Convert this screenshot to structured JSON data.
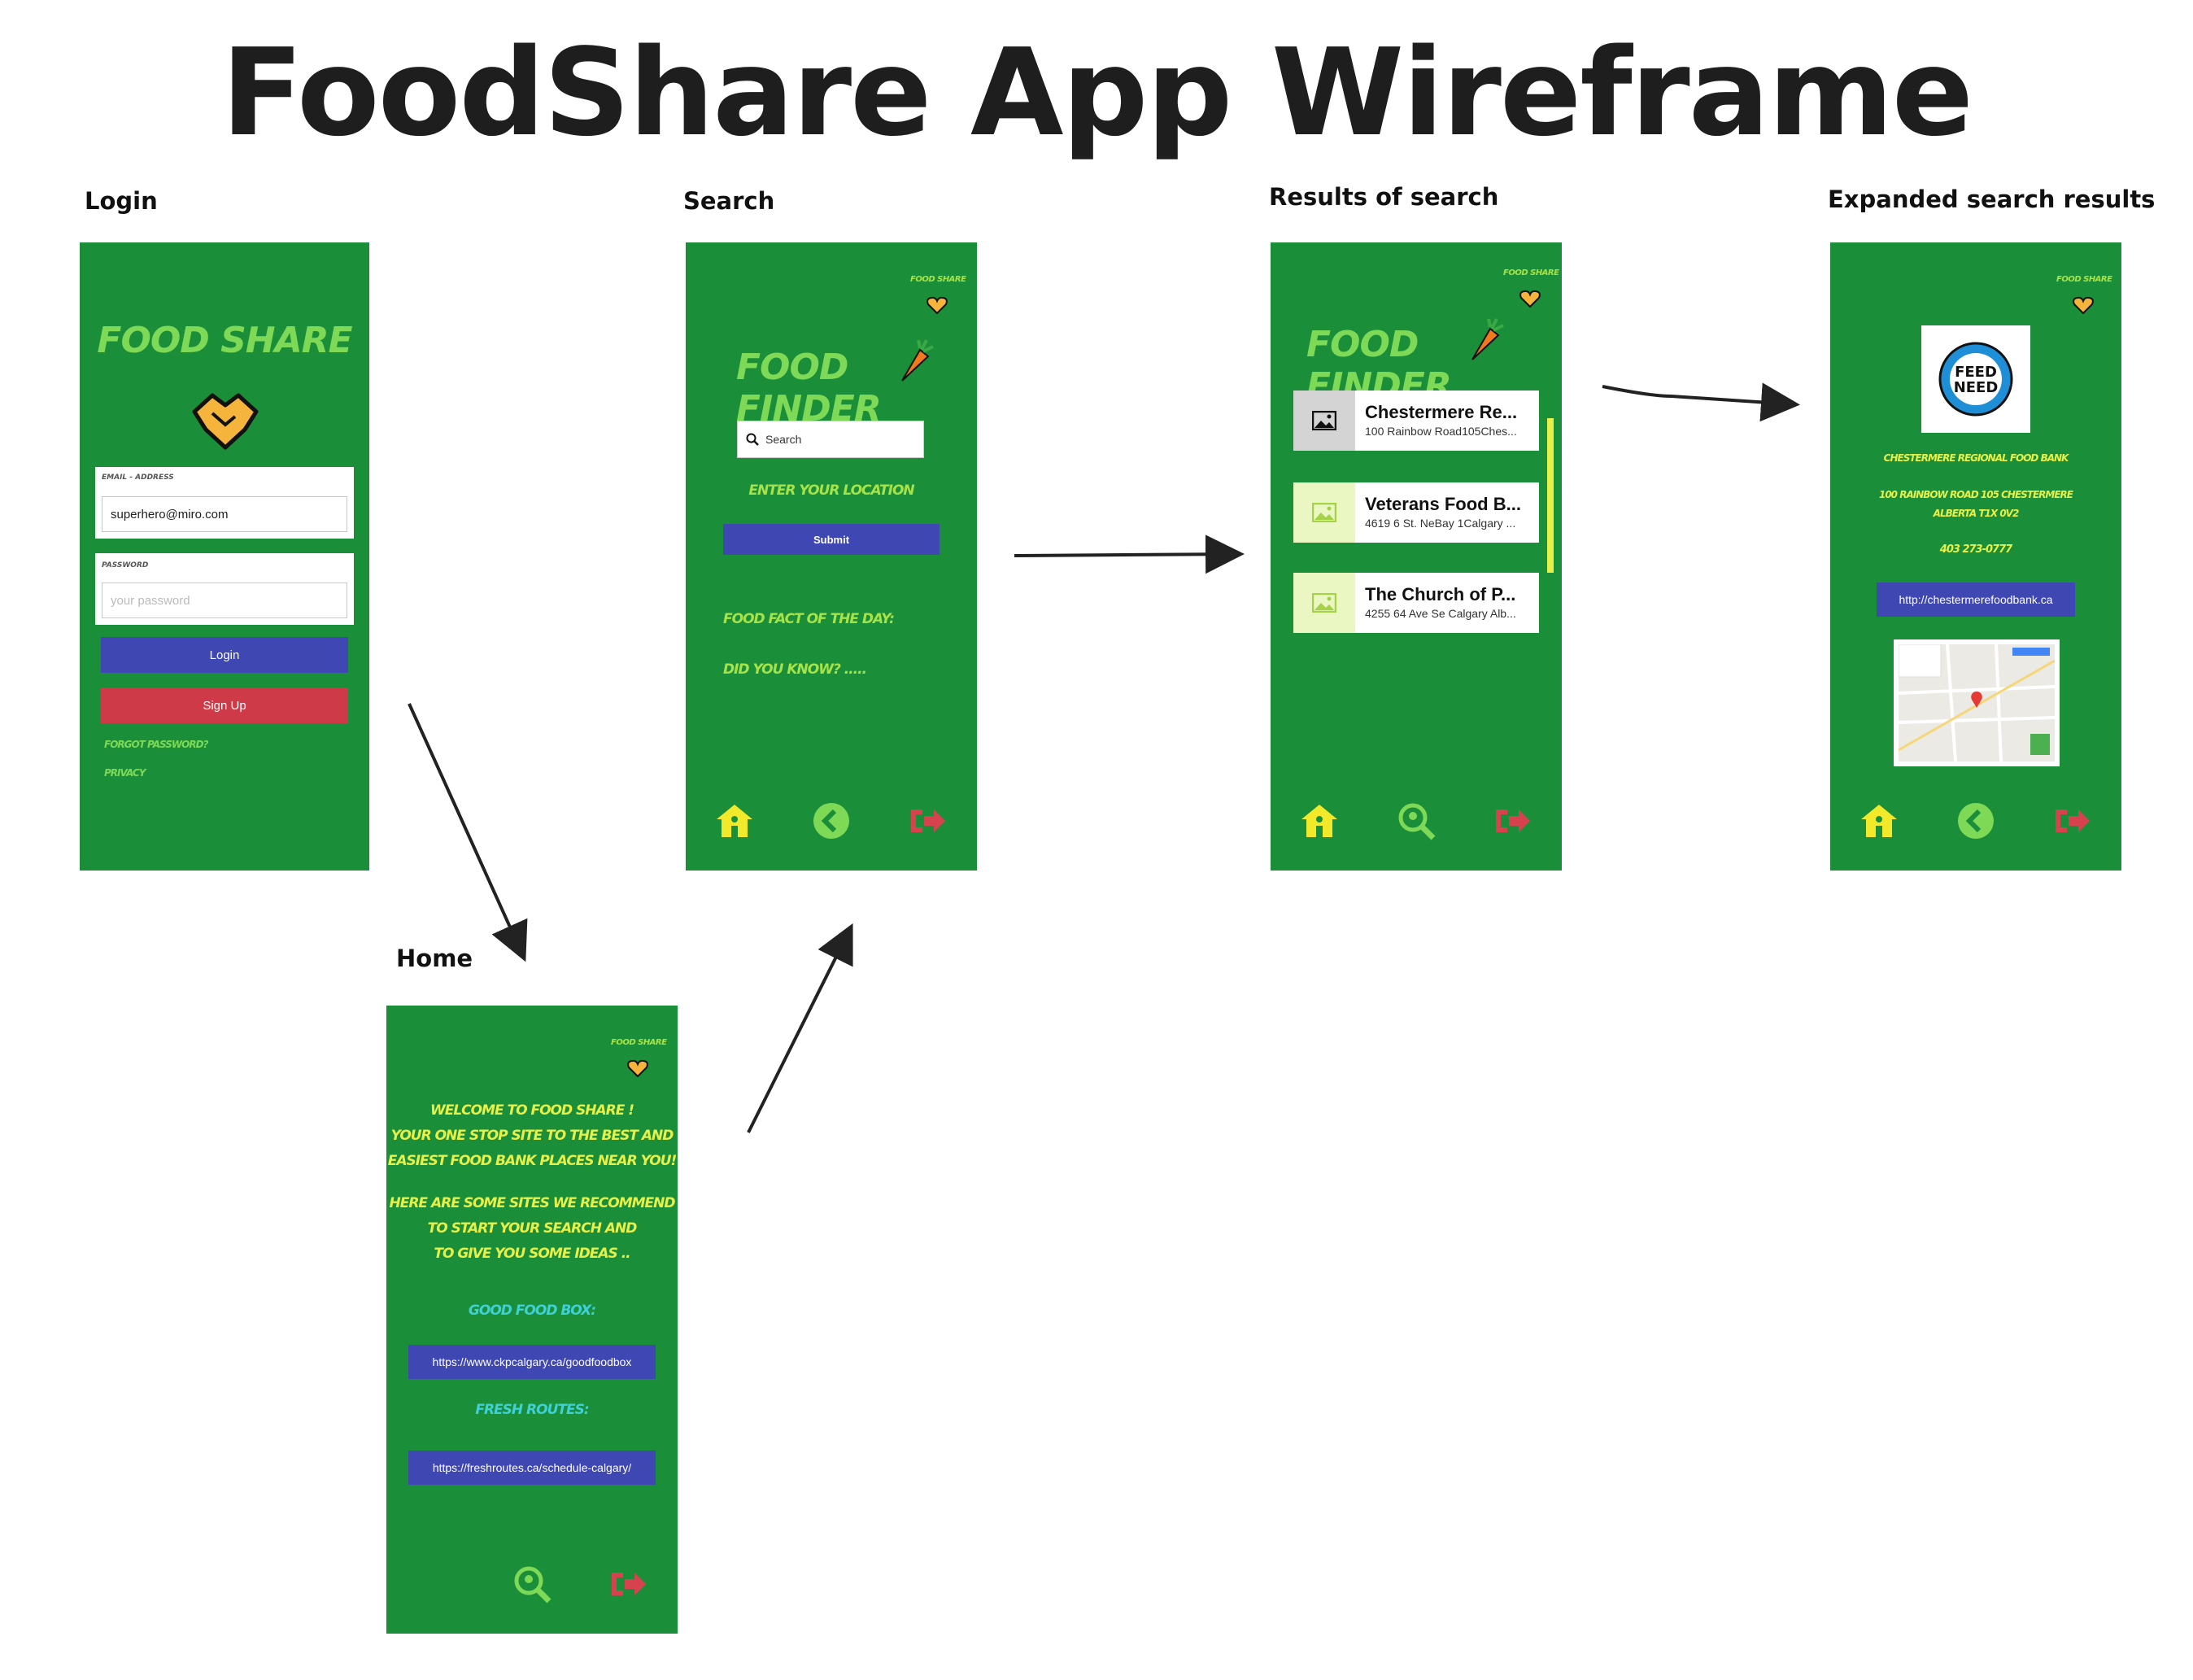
{
  "page_title": "FoodShare App Wireframe",
  "labels": {
    "login": "Login",
    "search": "Search",
    "results": "Results of search",
    "expanded": "Expanded search results",
    "home": "Home"
  },
  "brand": "FOOD SHARE",
  "login_screen": {
    "title": "FOOD SHARE",
    "email_label": "EMAIL - ADDRESS",
    "email_value": "superhero@miro.com",
    "password_label": "PASSWORD",
    "password_placeholder": "your password",
    "login_button": "Login",
    "signup_button": "Sign Up",
    "forgot": "FORGOT PASSWORD?",
    "privacy": "PRIVACY"
  },
  "search_screen": {
    "title": "FOOD FINDER",
    "search_placeholder": "Search",
    "location_prompt": "ENTER YOUR LOCATION",
    "submit_button": "Submit",
    "fact": "FOOD FACT OF THE DAY:",
    "did_you_know": "DID YOU KNOW? ....."
  },
  "results_screen": {
    "title": "FOOD FINDER",
    "results": [
      {
        "title": "Chestermere Re...",
        "subtitle": "100 Rainbow Road105Ches..."
      },
      {
        "title": "Veterans Food B...",
        "subtitle": "4619 6 St. NeBay 1Calgary ..."
      },
      {
        "title": "The Church of P...",
        "subtitle": "4255 64 Ave Se Calgary Alb..."
      }
    ]
  },
  "expanded_screen": {
    "logo_text": "FEED NEED",
    "name": "CHESTERMERE REGIONAL FOOD BANK",
    "address_line1": "100 RAINBOW ROAD 105 CHESTERMERE",
    "address_line2": "ALBERTA T1X 0V2",
    "phone": "403 273-0777",
    "website_button": "http://chestermerefoodbank.ca"
  },
  "home_screen": {
    "welcome_lines": [
      "WELCOME TO FOOD SHARE !",
      "YOUR ONE STOP SITE TO THE BEST AND",
      "EASIEST FOOD BANK PLACES NEAR YOU!"
    ],
    "recommend_lines": [
      "HERE ARE SOME SITES WE RECOMMEND",
      "TO START YOUR SEARCH AND",
      "TO GIVE YOU SOME IDEAS .."
    ],
    "good_food_box": "GOOD FOOD BOX:",
    "good_food_link": "https://www.ckpcalgary.ca/goodfoodbox",
    "fresh_routes": "FRESH ROUTES:",
    "fresh_routes_link": "https://freshroutes.ca/schedule-calgary/"
  },
  "colors": {
    "phone_bg": "#1a8e38",
    "accent_green": "#7ed957",
    "button_blue": "#3f47b3",
    "button_red": "#cf3a48",
    "yellow": "#e7f04a"
  }
}
